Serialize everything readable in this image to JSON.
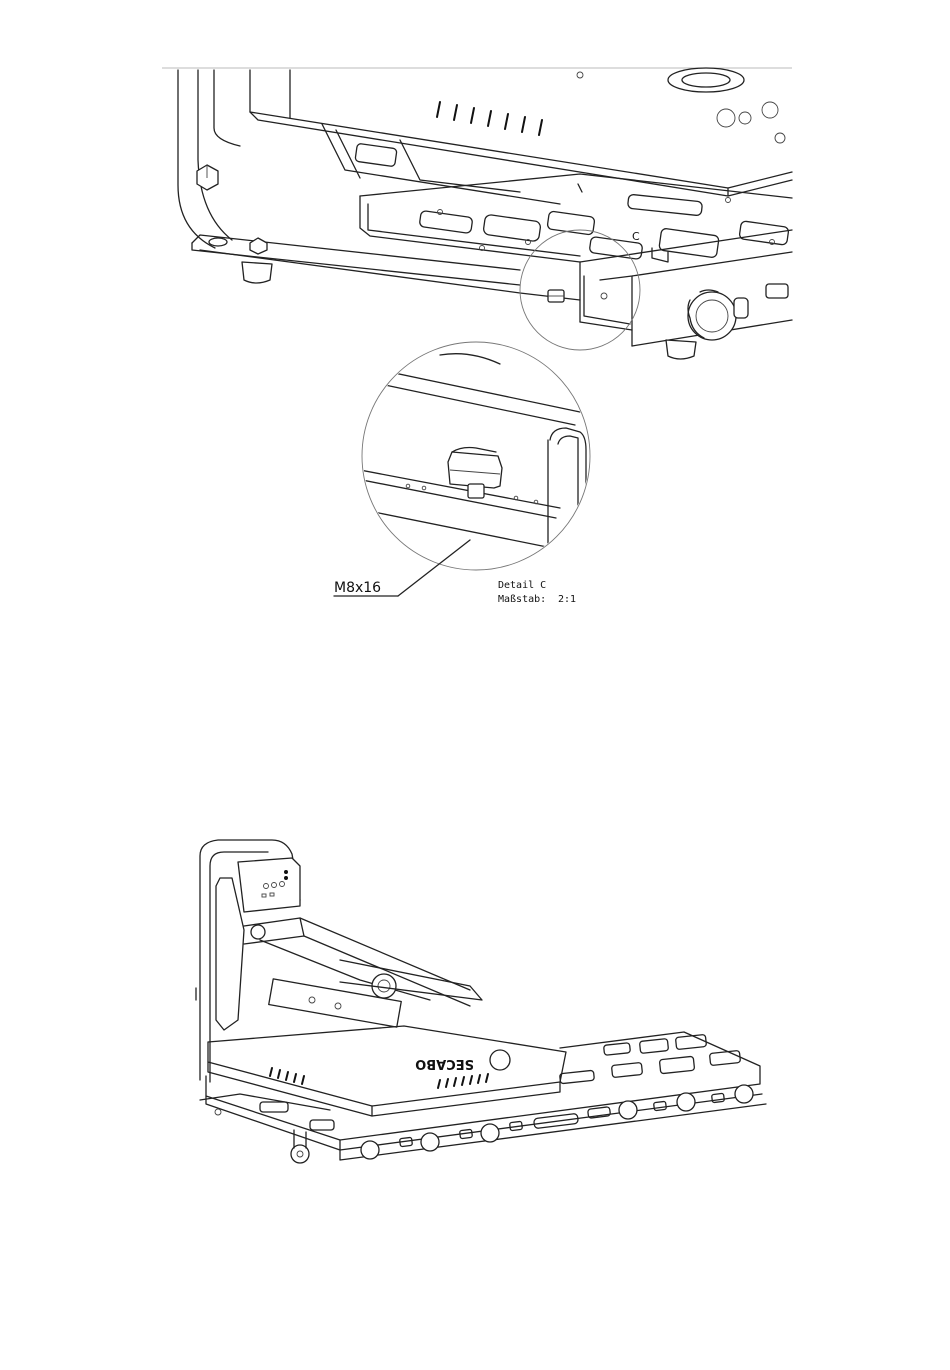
{
  "figure_top": {
    "callout_label": "C",
    "leader_label": "M8x16",
    "detail_title": "Detail C",
    "scale_label": "Maßstab:",
    "scale_value": "2:1"
  },
  "figure_bottom": {
    "product_logo_text": "SECABO"
  }
}
